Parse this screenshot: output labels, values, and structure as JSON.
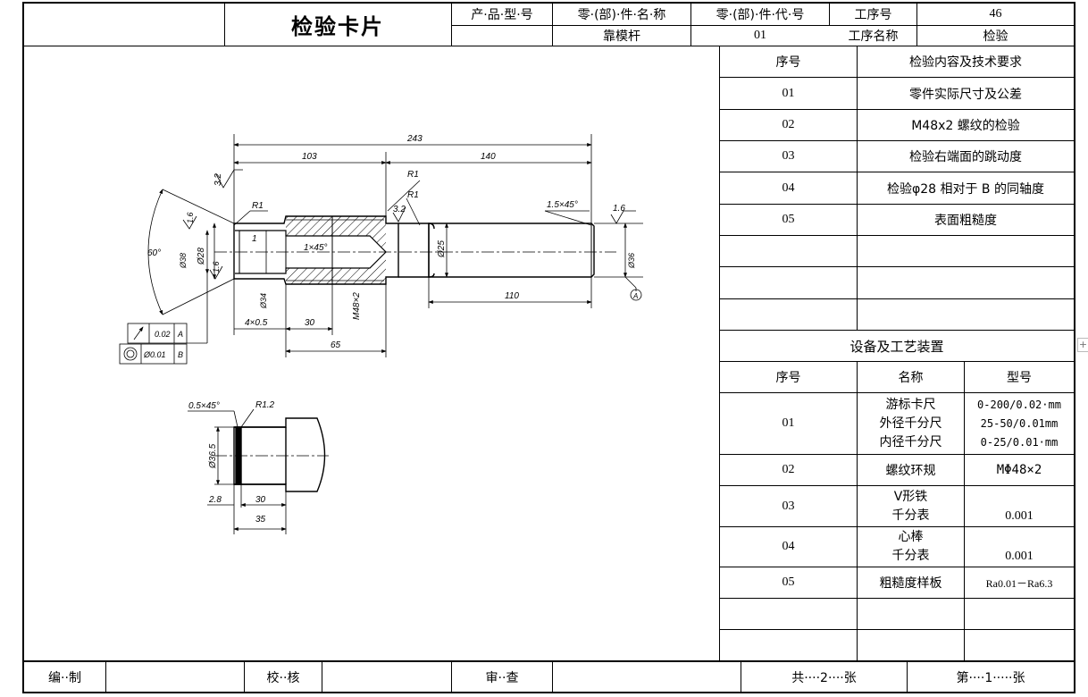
{
  "header": {
    "title": "检验卡片",
    "product_model_label": "产·品·型·号",
    "part_name_label": "零·(部)·件·名·称",
    "part_code_label": "零·(部)·件·代·号",
    "process_no_label": "工序号",
    "process_no_value": "46",
    "part_name_value": "靠模杆",
    "part_code_value": "01",
    "process_name_label": "工序名称",
    "process_name_value": "检验"
  },
  "inspection_items": {
    "col_no": "序号",
    "col_content": "检验内容及技术要求",
    "rows": [
      {
        "no": "01",
        "content": "零件实际尺寸及公差"
      },
      {
        "no": "02",
        "content": "M48x2 螺纹的检验"
      },
      {
        "no": "03",
        "content": "检验右端面的跳动度"
      },
      {
        "no": "04",
        "content": "检验φ28 相对于 B 的同轴度"
      },
      {
        "no": "05",
        "content": "表面粗糙度"
      }
    ]
  },
  "equipment": {
    "section_title": "设备及工艺装置",
    "col_no": "序号",
    "col_name": "名称",
    "col_model": "型号",
    "rows": [
      {
        "no": "01",
        "names": [
          "游标卡尺",
          "外径千分尺",
          "内径千分尺"
        ],
        "models": [
          "0-200/0.02·mm",
          "25-50/0.01mm",
          "0-25/0.01·mm"
        ]
      },
      {
        "no": "02",
        "names": [
          "螺纹环规"
        ],
        "models": [
          "MΦ48×2"
        ]
      },
      {
        "no": "03",
        "names": [
          "V形铁",
          "千分表"
        ],
        "models": [
          "",
          "0.001"
        ]
      },
      {
        "no": "04",
        "names": [
          "心棒",
          "千分表"
        ],
        "models": [
          "",
          "0.001"
        ]
      },
      {
        "no": "05",
        "names": [
          "粗糙度样板"
        ],
        "models": [
          "Ra0.01－Ra6.3"
        ]
      }
    ]
  },
  "footer": {
    "compiled_label": "编··制",
    "checked_label": "校··核",
    "reviewed_label": "审··查",
    "total_label": "共····2····张",
    "page_label": "第····1·····张"
  },
  "drawing": {
    "dims": {
      "d243": "243",
      "d103": "103",
      "d140": "140",
      "d110": "110",
      "d30": "30",
      "d65": "65",
      "d4x05": "4×0.5",
      "d1": "1",
      "d1x45": "1×45°",
      "d15x45": "1.5×45°",
      "r1a": "R1",
      "r1b": "R1",
      "r1c": "R1",
      "r32a": "3.2",
      "r32b": "3.2",
      "r16a": "1.6",
      "r16b": "1.6",
      "r16c": "1.6",
      "a60": "60°",
      "phi28": "Ø28",
      "phi25": "Ø25",
      "phi38": "Ø38",
      "phi34": "Ø34",
      "phi36": "Ø36",
      "m48": "M48×2",
      "tol1": "0.02",
      "tol1ref": "A",
      "tol2": "Ø0.01",
      "tol2ref": "B",
      "datumA": "A"
    },
    "detail": {
      "d05x45": "0.5×45°",
      "r12": "R1.2",
      "phi365": "Ø36.5",
      "d28": "2.8",
      "d30": "30",
      "d35": "35"
    }
  }
}
